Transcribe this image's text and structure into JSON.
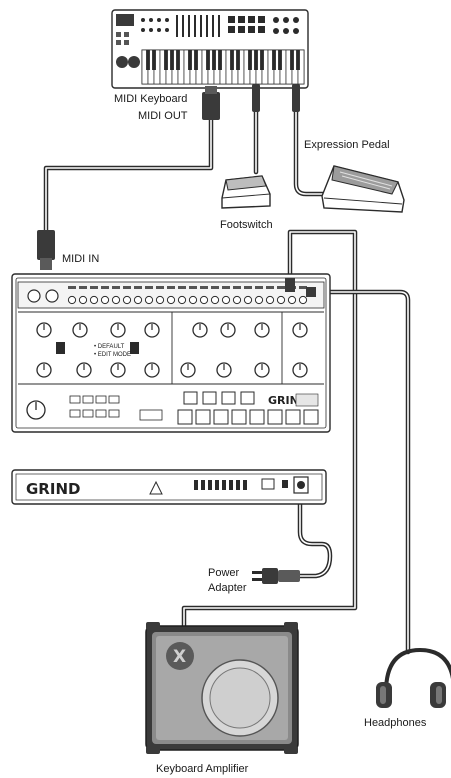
{
  "labels": {
    "midi_keyboard": "MIDI Keyboard",
    "midi_out": "MIDI OUT",
    "expression_pedal": "Expression Pedal",
    "footswitch": "Footswitch",
    "midi_in": "MIDI IN",
    "power_adapter_line1": "Power",
    "power_adapter_line2": "Adapter",
    "headphones": "Headphones",
    "keyboard_amplifier": "Keyboard Amplifier"
  },
  "devices": {
    "synth_front_logo": "GRIND",
    "synth_rear_logo": "GRIND",
    "amp_logo": "X"
  },
  "colors": {
    "line": "#2b2b2b",
    "background": "#ffffff"
  }
}
